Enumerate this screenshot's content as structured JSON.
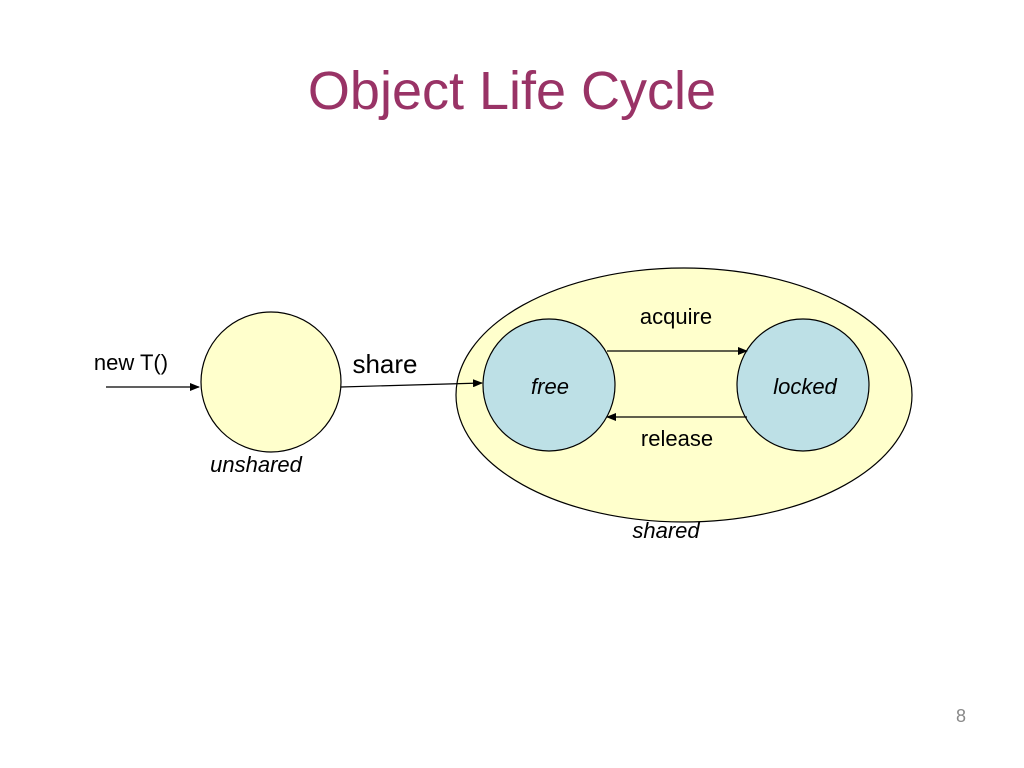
{
  "slide": {
    "title": "Object Life Cycle",
    "page_number": "8"
  },
  "colors": {
    "title": "#993366",
    "state_fill_yellow": "#FFFFCC",
    "state_fill_blue": "#BDE0E6",
    "stroke": "#000000"
  },
  "diagram": {
    "states": {
      "unshared": "unshared",
      "shared": "shared",
      "free": "free",
      "locked": "locked"
    },
    "transitions": {
      "create": "new T()",
      "share": "share",
      "acquire": "acquire",
      "release": "release"
    }
  }
}
